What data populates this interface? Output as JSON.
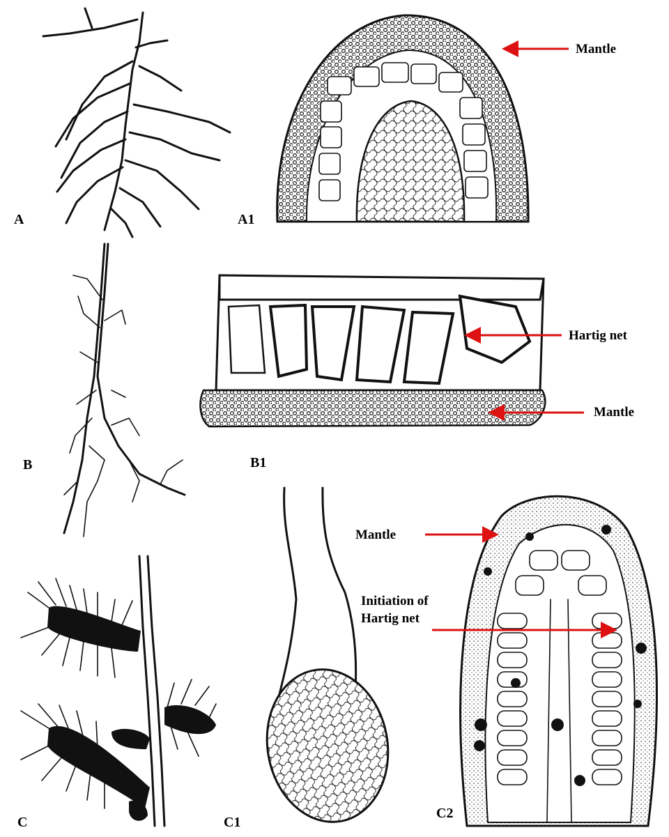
{
  "panels": {
    "A": "A",
    "A1": "A1",
    "B": "B",
    "B1": "B1",
    "C": "C",
    "C1": "C1",
    "C2": "C2"
  },
  "annotations": {
    "a1_mantle": "Mantle",
    "b1_hartig": "Hartig net",
    "b1_mantle": "Mantle",
    "c2_mantle": "Mantle",
    "c2_initiation_line1": "Initiation of",
    "c2_initiation_line2": "Hartig net"
  },
  "colors": {
    "arrow": "#dd1111",
    "ink": "#111111",
    "background": "#ffffff"
  }
}
